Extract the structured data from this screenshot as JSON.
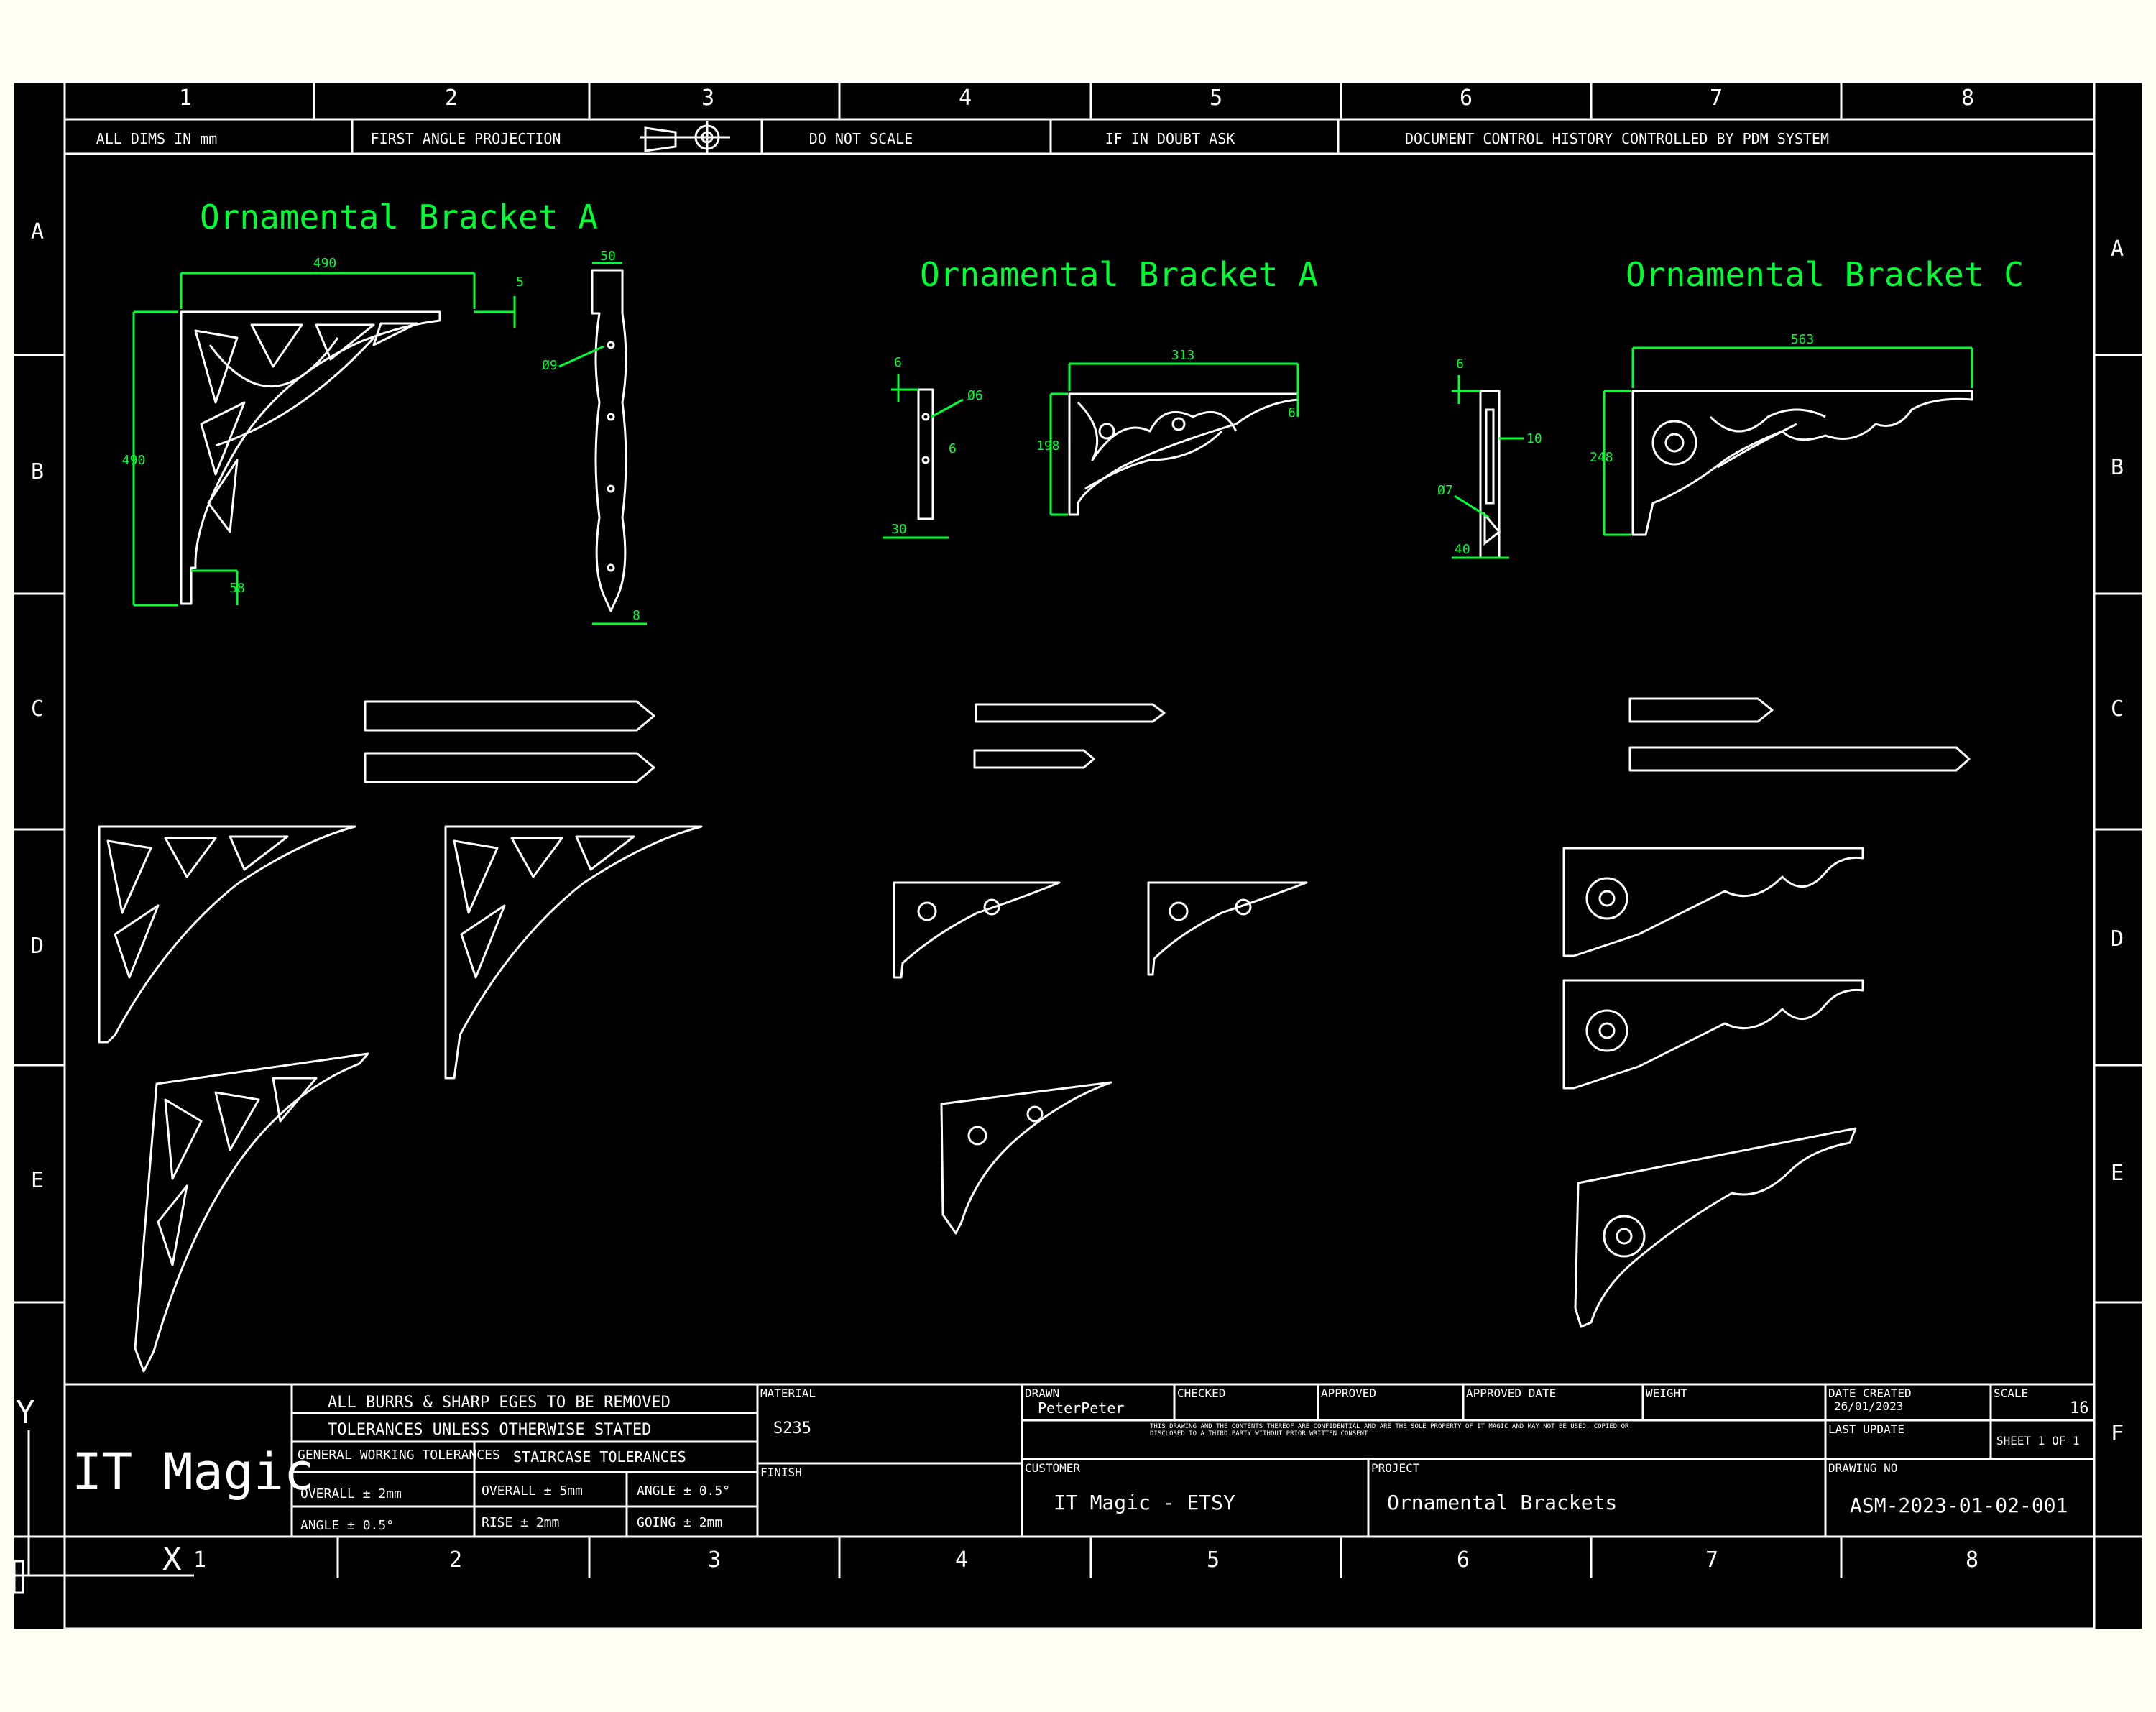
{
  "colors": {
    "background": "#000000",
    "page": "#fffff4",
    "lines": "#ffffff",
    "dimension": "#00ff33"
  },
  "zone_columns": [
    "1",
    "2",
    "3",
    "4",
    "5",
    "6",
    "7",
    "8"
  ],
  "zone_rows": [
    "A",
    "B",
    "C",
    "D",
    "E",
    "F"
  ],
  "notes": {
    "dims": "ALL DIMS IN mm",
    "projection": "FIRST ANGLE PROJECTION",
    "no_scale": "DO NOT SCALE",
    "doubt": "IF IN DOUBT ASK",
    "control": "DOCUMENT CONTROL HISTORY CONTROLLED BY PDM SYSTEM"
  },
  "views": {
    "bracket_a_left": {
      "title": "Ornamental Bracket A",
      "dims": {
        "width": "490",
        "height": "490",
        "thick": "5",
        "foot": "58",
        "side_width": "50",
        "hole": "Ø9",
        "tip": "8"
      }
    },
    "bracket_a_mid": {
      "title": "Ornamental Bracket A",
      "dims": {
        "thick": "6",
        "hole": "Ø6",
        "slot": "6",
        "base": "30",
        "width": "313",
        "height": "198",
        "lip": "6"
      }
    },
    "bracket_c": {
      "title": "Ornamental Bracket C",
      "dims": {
        "thick": "6",
        "slot": "10",
        "hole": "Ø7",
        "base": "40",
        "width": "563",
        "height": "248"
      }
    }
  },
  "title_block": {
    "company": "IT Magic",
    "burrs": "ALL BURRS & SHARP EGES TO BE REMOVED",
    "tolerances_header": "TOLERANCES UNLESS OTHERWISE STATED",
    "general_header": "GENERAL WORKING TOLERANCES",
    "staircase_header": "STAIRCASE TOLERANCES",
    "general_overall": "OVERALL  ± 2mm",
    "general_angle": "ANGLE  ± 0.5°",
    "stair_overall": "OVERALL  ± 5mm",
    "stair_angle": "ANGLE  ± 0.5°",
    "stair_rise": "RISE  ± 2mm",
    "stair_going": "GOING  ± 2mm",
    "material_label": "MATERIAL",
    "material_value": "S235",
    "finish_label": "FINISH",
    "drawn_label": "DRAWN",
    "drawn_value": "PeterPeter",
    "checked_label": "CHECKED",
    "approved_label": "APPROVED",
    "approved_date_label": "APPROVED DATE",
    "weight_label": "WEIGHT",
    "date_created_label": "DATE CREATED",
    "date_created_value": "26/01/2023",
    "scale_label": "SCALE",
    "scale_value": "16",
    "last_update_label": "LAST UPDATE",
    "sheet": "SHEET 1 OF 1",
    "confidential": "THIS DRAWING AND THE CONTENTS THEREOF ARE CONFIDENTIAL AND ARE THE SOLE PROPERTY OF IT MAGIC AND MAY NOT BE USED, COPIED OR DISCLOSED TO A THIRD PARTY WITHOUT PRIOR WRITTEN CONSENT",
    "customer_label": "CUSTOMER",
    "customer_value": "IT Magic - ETSY",
    "project_label": "PROJECT",
    "project_value": "Ornamental Brackets",
    "drawing_no_label": "DRAWING NO",
    "drawing_no_value": "ASM-2023-01-02-001"
  },
  "ucs": {
    "y": "Y",
    "x": "X"
  }
}
